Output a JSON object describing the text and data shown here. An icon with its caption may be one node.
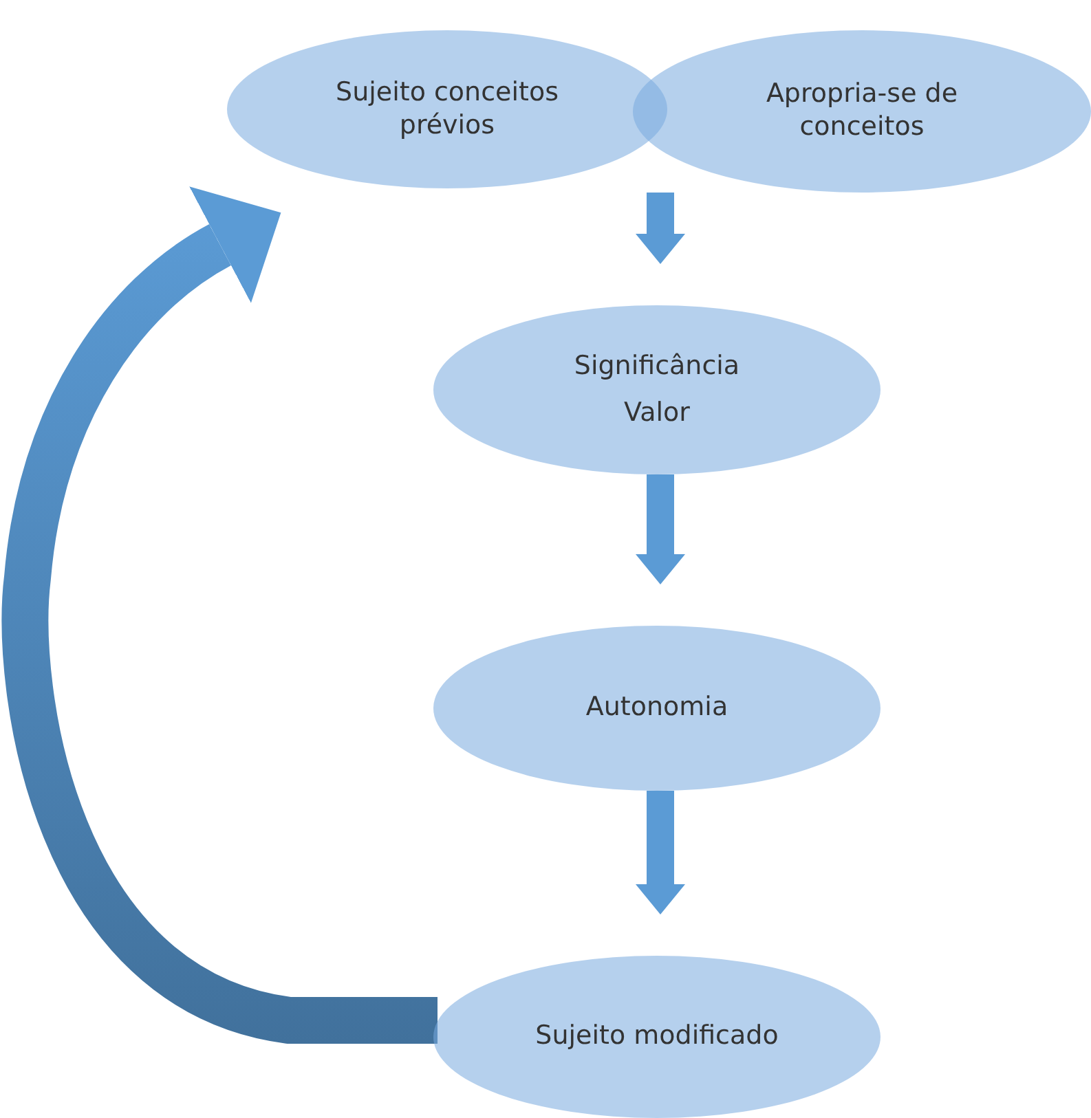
{
  "diagram": {
    "nodes": [
      {
        "text": [
          "Sujeito conceitos prévios"
        ]
      },
      {
        "text": [
          "Apropria-se de conceitos"
        ]
      },
      {
        "text": [
          "Significância",
          "Valor"
        ]
      },
      {
        "text": [
          "Autonomia"
        ]
      },
      {
        "text": [
          "Sujeito modificado"
        ]
      }
    ],
    "edges": [
      {
        "from": 1,
        "to": 2,
        "arrow": "to"
      },
      {
        "from": 2,
        "to": 3,
        "arrow": "to"
      },
      {
        "from": 3,
        "to": 4,
        "arrow": "to"
      },
      {
        "from": 4,
        "to": 0,
        "arrow": "to",
        "style": "thick"
      }
    ]
  }
}
